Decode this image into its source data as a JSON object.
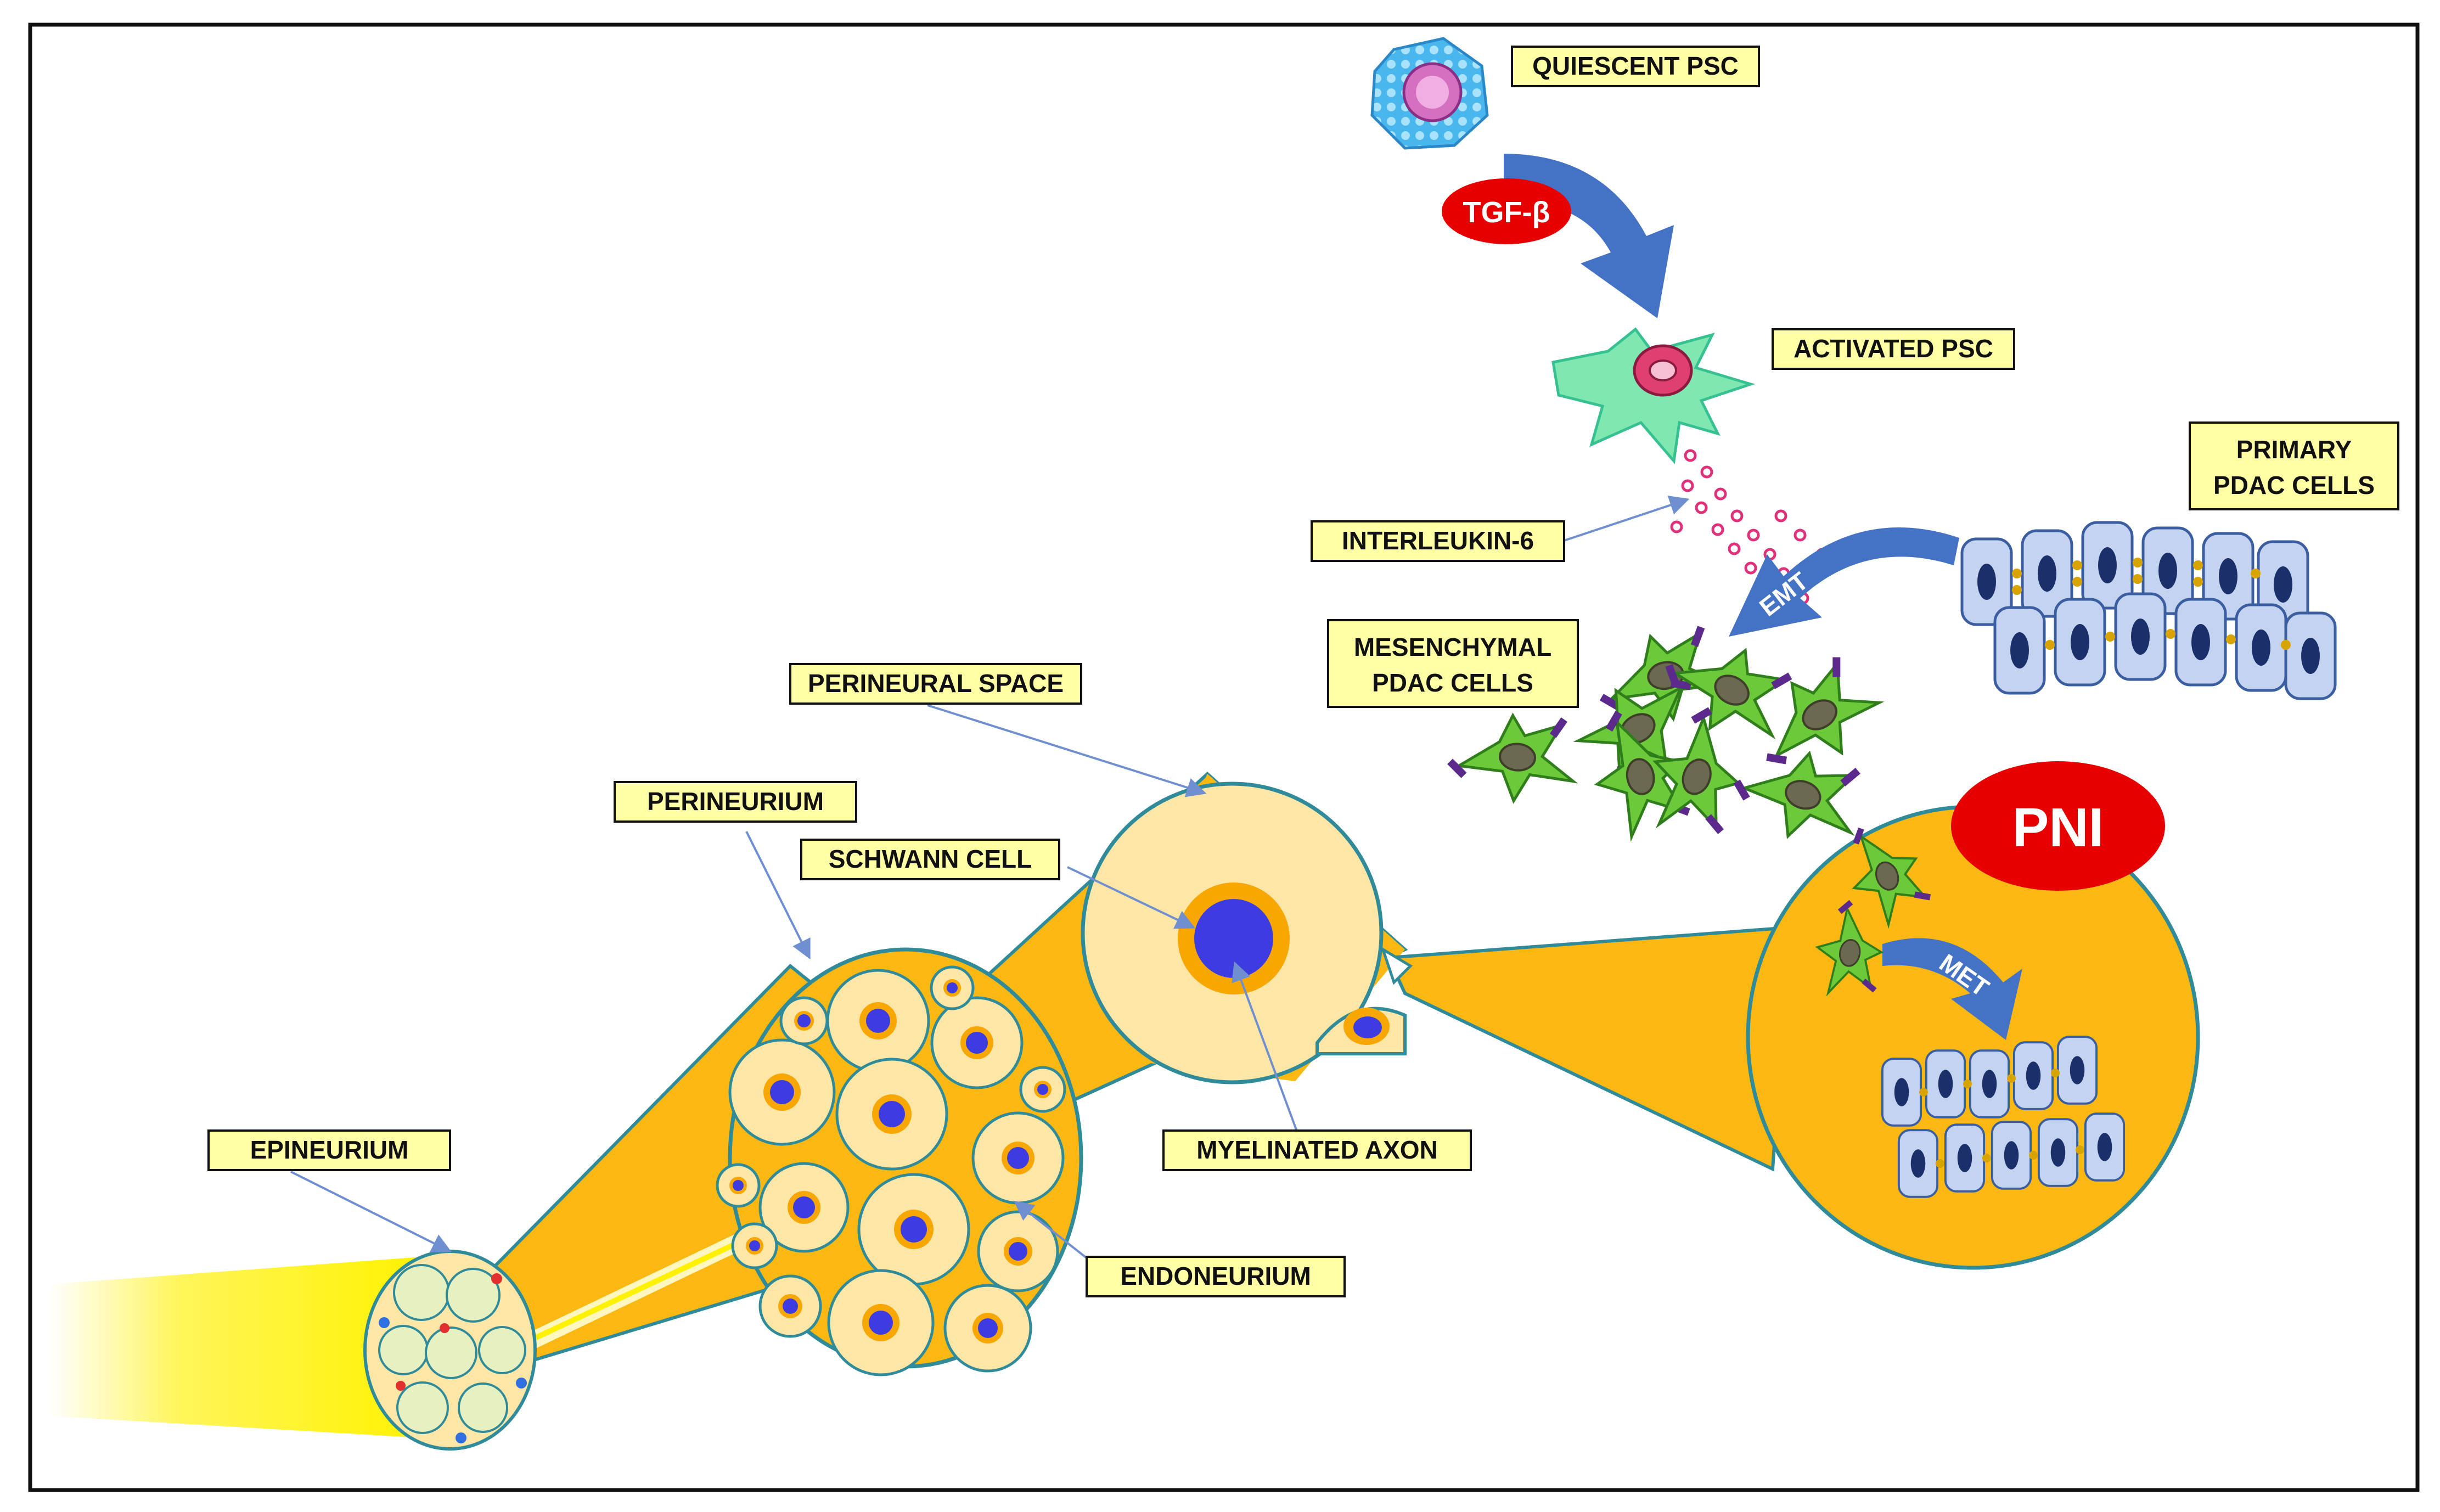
{
  "labels": {
    "quiescent_psc": "QUIESCENT PSC",
    "activated_psc": "ACTIVATED PSC",
    "primary_pdac_line1": "PRIMARY",
    "primary_pdac_line2": "PDAC CELLS",
    "interleukin": "INTERLEUKIN-6",
    "mesenchymal_line1": "MESENCHYMAL",
    "mesenchymal_line2": "PDAC CELLS",
    "perineural_space": "PERINEURAL SPACE",
    "perineurium": "PERINEURIUM",
    "schwann_cell": "SCHWANN CELL",
    "myelinated_axon": "MYELINATED AXON",
    "epineurium": "EPINEURIUM",
    "endoneurium": "ENDONEURIUM"
  },
  "badges": {
    "tgf_beta": "TGF-β",
    "pni": "PNI",
    "emt": "EMT",
    "met": "MET"
  },
  "colors": {
    "label_fill": "#ffffa6",
    "nerve_orange": "#fbb812",
    "fascicle_cream": "#fde6a6",
    "nerve_outline": "#2f8a9a",
    "nucleus_blue": "#3c3ce0",
    "arrow_blue": "#4472c4",
    "red_badge": "#e60000",
    "psc_green": "#7ee8b0",
    "mesenchymal_green": "#6cc93a",
    "pdac_cell": "#c3d3f0"
  }
}
